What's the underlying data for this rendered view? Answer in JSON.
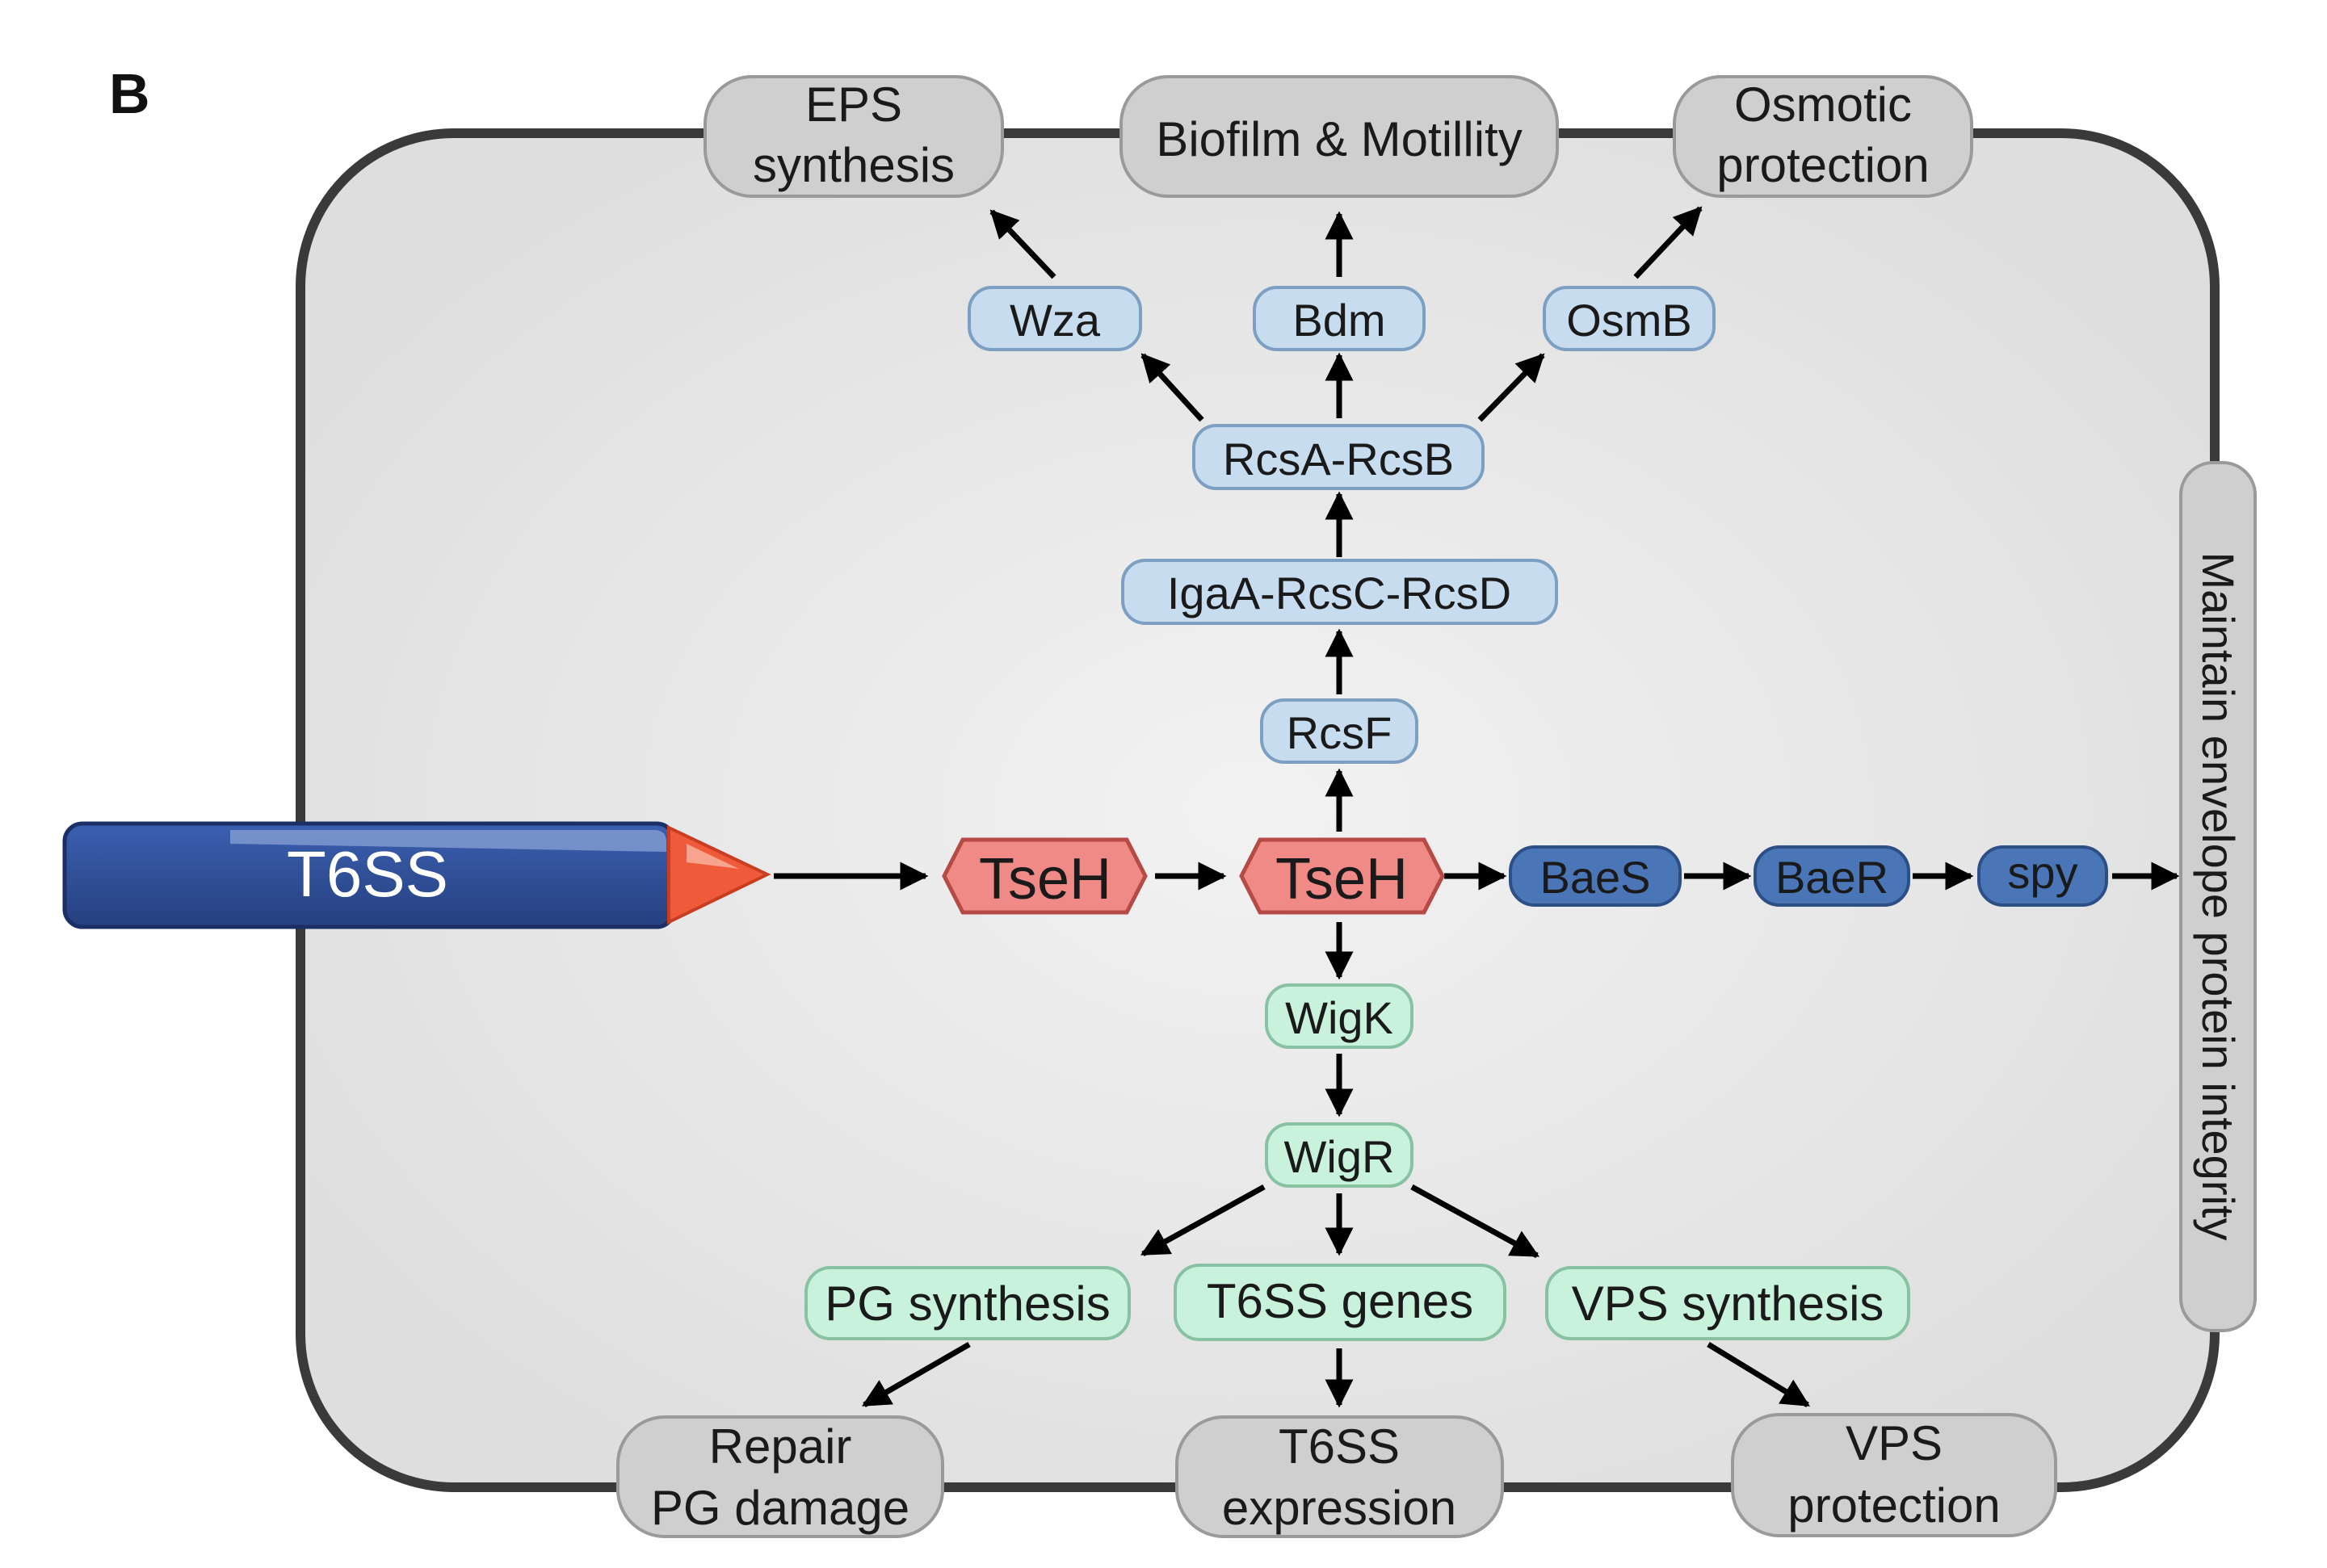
{
  "panel_label": "B",
  "colors": {
    "cell_fill": "#e6e6e6",
    "cell_border": "#3a3a3a",
    "outcome_fill": "#cfcfcf",
    "rcs_fill": "#c7dcef",
    "rcs_border": "#7d9fc2",
    "bae_fill": "#4a76b8",
    "bae_border": "#2d4f86",
    "wig_fill": "#c9f2dd",
    "wig_border": "#88c2a2",
    "tseh_fill": "#f08a87",
    "tseh_border": "#b54a47",
    "t6ss_fill": "#2f4f9c",
    "t6ss_tip": "#ef5b3a"
  },
  "t6ss": {
    "label": "T6SS"
  },
  "effectors": {
    "tseh_left": "TseH",
    "tseh_center": "TseH"
  },
  "rcs_pathway": {
    "rcsf": "RcsF",
    "igaa": "IgaA-RcsC-RcsD",
    "rcsab": "RcsA-RcsB",
    "wza": "Wza",
    "bdm": "Bdm",
    "osmb": "OsmB"
  },
  "bae_pathway": {
    "baes": "BaeS",
    "baer": "BaeR",
    "spy": "spy"
  },
  "wig_pathway": {
    "wigk": "WigK",
    "wigr": "WigR",
    "pg": "PG synthesis",
    "t6ss_genes": "T6SS genes",
    "vps": "VPS synthesis"
  },
  "outcomes": {
    "eps": [
      "EPS",
      "synthesis"
    ],
    "biofilm": [
      "Biofilm & Motillity"
    ],
    "osmotic": [
      "Osmotic",
      "protection"
    ],
    "repair": [
      "Repair",
      "PG damage"
    ],
    "t6ss_expr": [
      "T6SS",
      "expression"
    ],
    "vps_prot": [
      "VPS",
      "protection"
    ],
    "envelope": [
      "Maintain envelope protein integrity"
    ]
  }
}
